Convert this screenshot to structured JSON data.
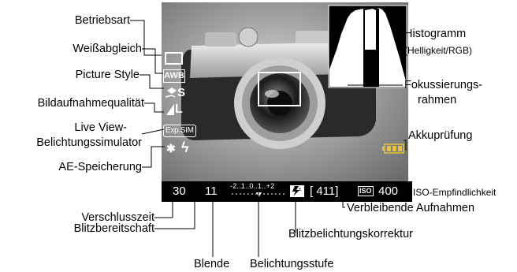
{
  "labels_left": {
    "betriebsart": "Betriebsart",
    "weissabgleich": "Weißabgleich",
    "picture_style": "Picture Style",
    "bildaufnahmequalitaet": "Bildaufnahmequalität",
    "live_view_1": "Live View-",
    "live_view_2": "Belichtungssimulator",
    "ae_speicherung": "AE-Speicherung",
    "verschlusszeit": "Verschlusszeit",
    "blitzbereitschaft": "Blitzbereitschaft"
  },
  "labels_bottom": {
    "blende": "Blende",
    "belichtungsstufe": "Belichtungsstufe",
    "blitzbelichtungskorrektur": "Blitzbelichtungskorrektur"
  },
  "labels_right": {
    "histogramm": "Histogramm",
    "histogramm_sub": "(Helligkeit/RGB)",
    "fokus_1": "Fokussierungs-",
    "fokus_2": "rahmen",
    "akkupruefung": "Akkuprüfung",
    "iso": "ISO-Empfindlichkeit",
    "verbleibende": "Verbleibende Aufnahmen"
  },
  "screen_icons": {
    "wb": "AWB",
    "picture_style": "S",
    "quality": "L",
    "exp_sim": "Exp.SIM",
    "ae_lock": "✱",
    "flash": "ϟ"
  },
  "status": {
    "shutter": "30",
    "aperture": "11",
    "scale": "-2..1..0..1..+2",
    "remaining": "[ 411]",
    "iso_icon": "ISO",
    "iso": "400"
  },
  "colors": {
    "screen_bg": "#000000",
    "icon_white": "#ffffff",
    "battery": "#e7c23a"
  }
}
